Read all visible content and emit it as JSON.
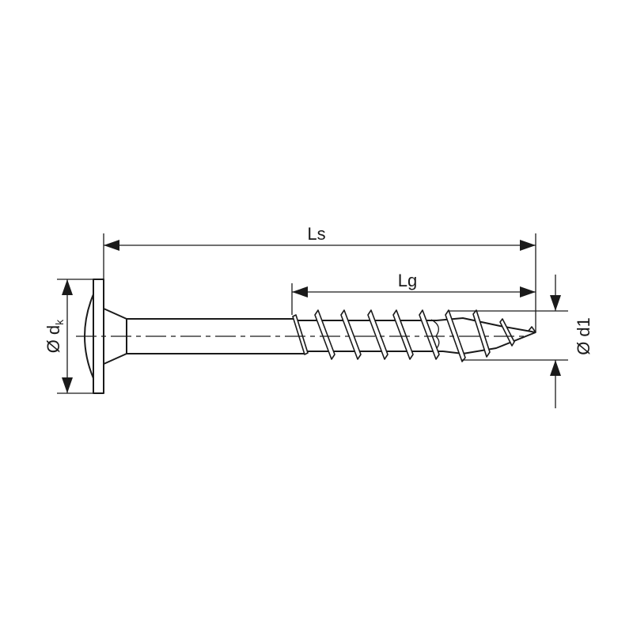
{
  "drawing": {
    "subject": "Screw technical dimension drawing",
    "colors": {
      "line": "#1a1a1a",
      "background": "#ffffff"
    }
  },
  "dimensions": {
    "total_length": {
      "label": "Ls"
    },
    "thread_length": {
      "label": "Lg"
    },
    "head_diameter": {
      "symbol": "Ø",
      "label": "d",
      "subscript": "k"
    },
    "thread_diameter": {
      "symbol": "Ø",
      "label": "d1"
    }
  }
}
